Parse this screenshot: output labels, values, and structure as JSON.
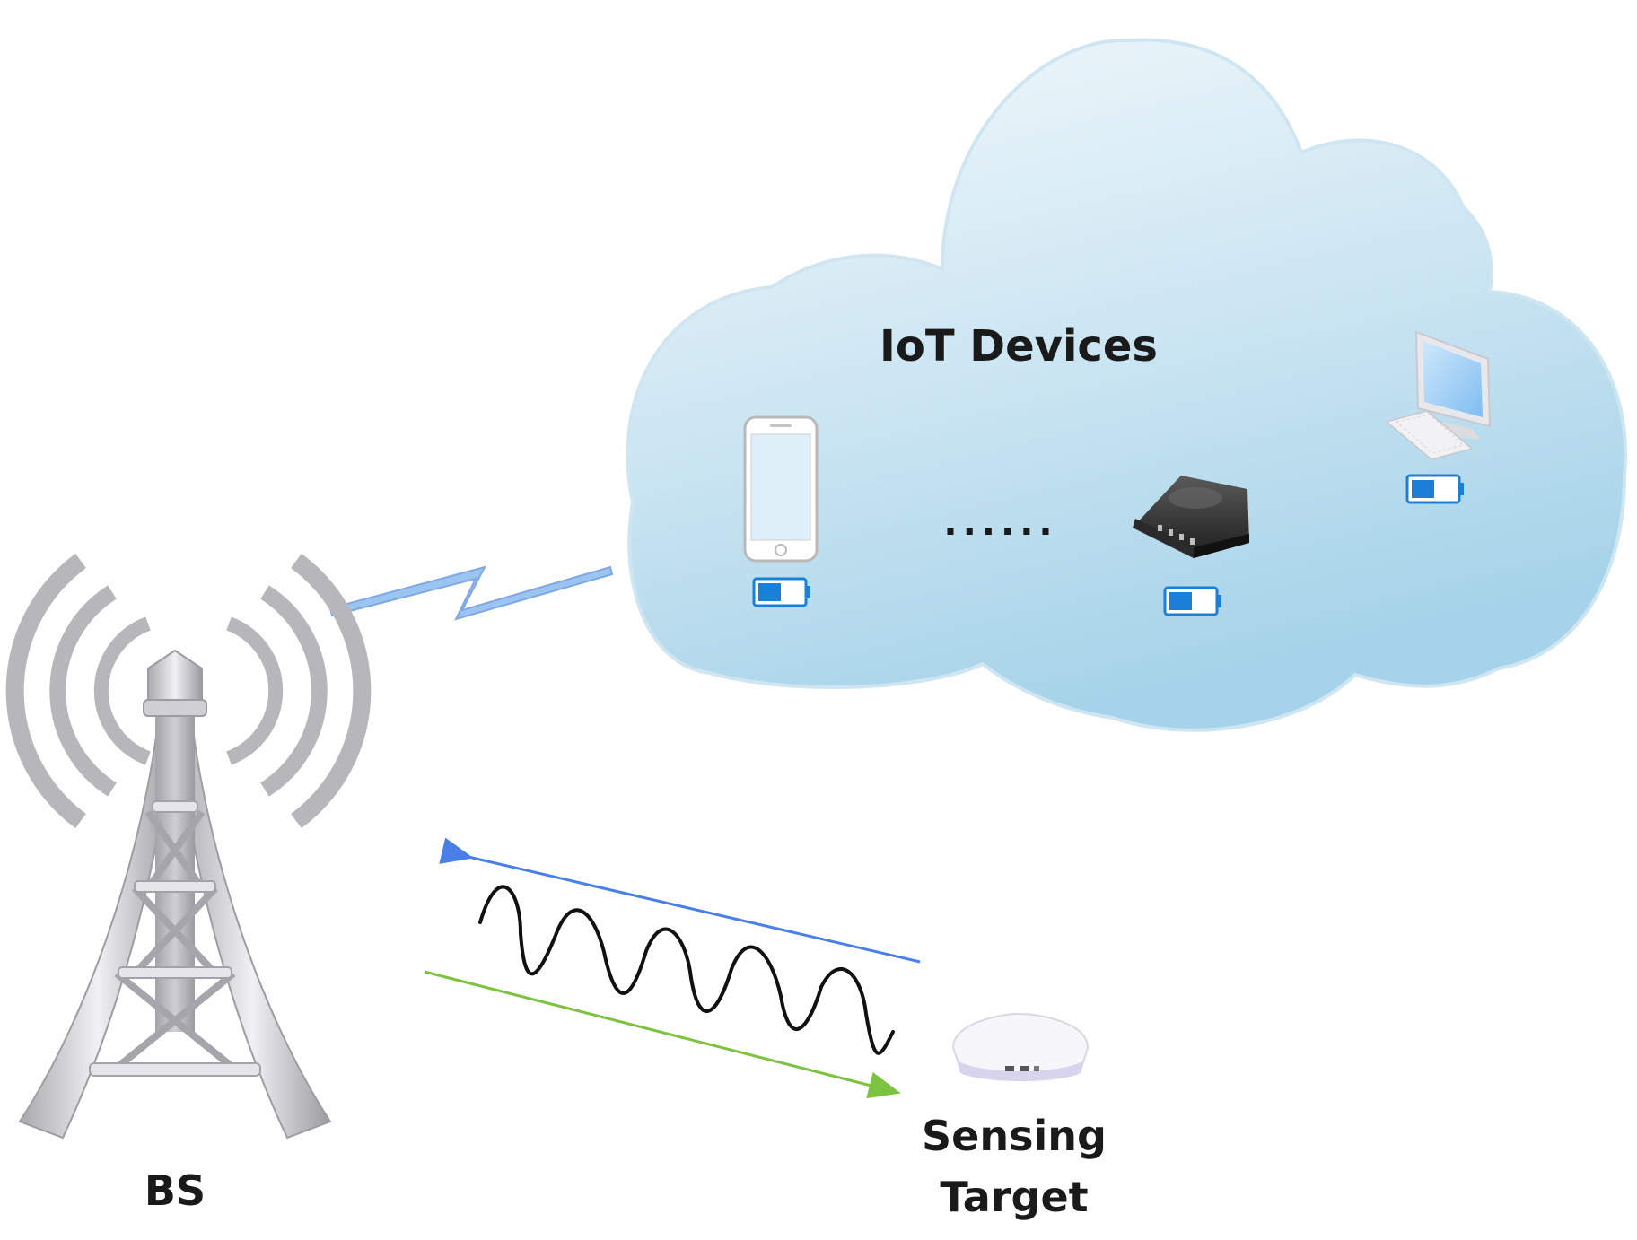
{
  "diagram": {
    "cloud_label": "IoT Devices",
    "ellipsis": "......",
    "bs_label": "BS",
    "target_label_line1": "Sensing",
    "target_label_line2": "Target"
  },
  "colors": {
    "cloud_light": "#eaf5fb",
    "cloud_dark": "#a9d5ea",
    "battery_blue": "#1b7fd8",
    "link_blue": "#8fb9ee",
    "echo_arrow_blue": "#4b7fe8",
    "tx_arrow_green": "#7cc340",
    "tower_gray": "#c8c8cc",
    "wave_black": "#111111"
  },
  "devices": [
    {
      "icon": "smartphone-icon",
      "battery_icon": "battery-icon"
    },
    {
      "icon": "router-icon",
      "battery_icon": "battery-icon"
    },
    {
      "icon": "desktop-computer-icon",
      "battery_icon": "battery-icon"
    }
  ]
}
